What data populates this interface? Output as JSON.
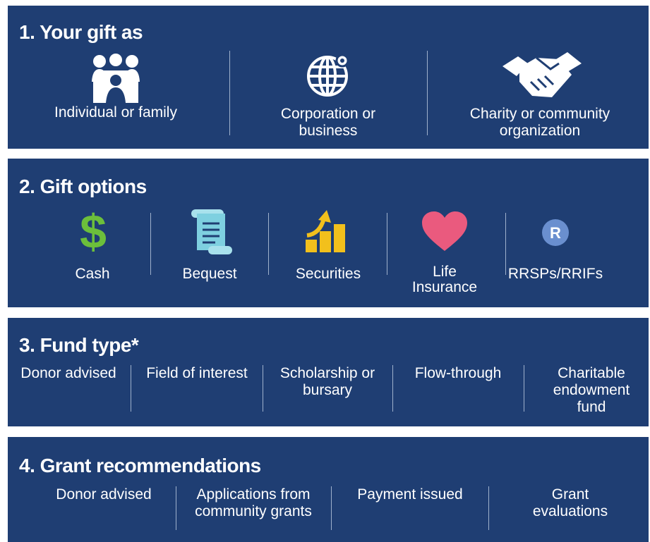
{
  "sections": [
    {
      "heading": "1. Your gift as",
      "items": [
        {
          "label": "Individual or family",
          "icon": "family-icon"
        },
        {
          "label": "Corporation or business",
          "icon": "globe-icon"
        },
        {
          "label": "Charity or community organization",
          "icon": "handshake-icon"
        }
      ]
    },
    {
      "heading": "2. Gift options",
      "items": [
        {
          "label": "Cash",
          "icon": "dollar-icon"
        },
        {
          "label": "Bequest",
          "icon": "scroll-icon"
        },
        {
          "label": "Securities",
          "icon": "growth-chart-icon"
        },
        {
          "label": "Life Insurance",
          "icon": "heart-icon"
        },
        {
          "label": "RRSPs/RRIFs",
          "icon": "r-badge-icon"
        }
      ]
    },
    {
      "heading": "3. Fund type*",
      "items": [
        {
          "label": "Donor advised"
        },
        {
          "label": "Field of interest"
        },
        {
          "label": "Scholarship or bursary"
        },
        {
          "label": "Flow-through"
        },
        {
          "label": "Charitable endowment fund"
        }
      ]
    },
    {
      "heading": "4. Grant recommendations",
      "items": [
        {
          "label": "Donor advised"
        },
        {
          "label": "Applications from community grants"
        },
        {
          "label": "Payment issued"
        },
        {
          "label": "Grant evaluations"
        }
      ]
    }
  ],
  "icons": {
    "r_badge_letter": "R"
  },
  "colors": {
    "band": "#1f3e73",
    "divider": "#9fb1cc",
    "text": "#ffffff",
    "cash": "#6cbf3b",
    "bequest": "#7ed0e0",
    "securities": "#f2c01c",
    "heart": "#ea5a7e",
    "badge": "#6a8fcf"
  }
}
